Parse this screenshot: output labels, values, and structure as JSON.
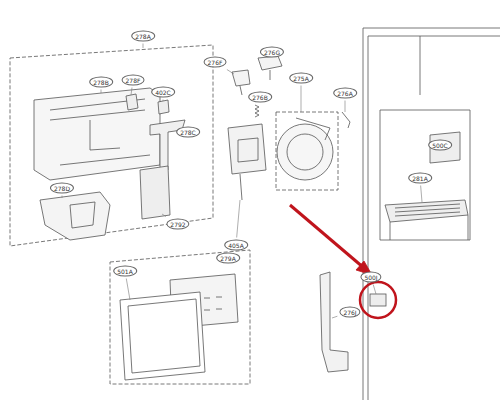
{
  "diagram": {
    "labels": [
      "278A",
      "278B",
      "278F",
      "402C",
      "278C",
      "278D",
      "2792",
      "276F",
      "276G",
      "276B",
      "275A",
      "276A",
      "405A",
      "500C",
      "281A",
      "279A",
      "501A",
      "500J",
      "276J"
    ]
  }
}
